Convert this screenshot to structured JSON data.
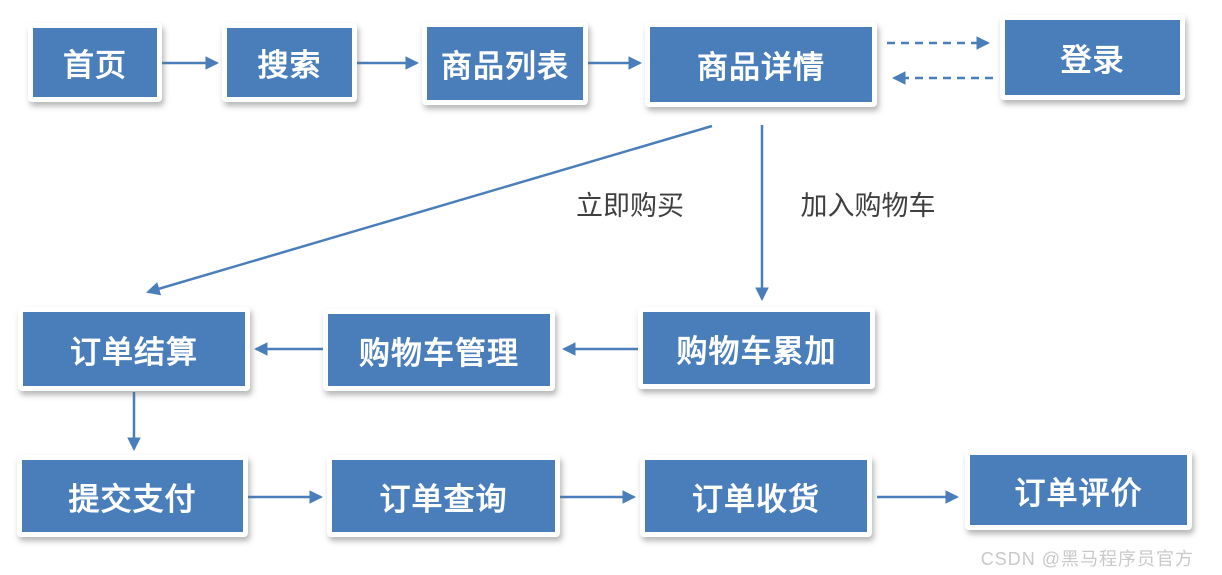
{
  "diagram": {
    "nodes": [
      {
        "id": "home",
        "label": "首页"
      },
      {
        "id": "search",
        "label": "搜索"
      },
      {
        "id": "product-list",
        "label": "商品列表"
      },
      {
        "id": "product-detail",
        "label": "商品详情"
      },
      {
        "id": "login",
        "label": "登录"
      },
      {
        "id": "order-settlement",
        "label": "订单结算"
      },
      {
        "id": "cart-management",
        "label": "购物车管理"
      },
      {
        "id": "cart-accumulation",
        "label": "购物车累加"
      },
      {
        "id": "submit-payment",
        "label": "提交支付"
      },
      {
        "id": "order-query",
        "label": "订单查询"
      },
      {
        "id": "order-receipt",
        "label": "订单收货"
      },
      {
        "id": "order-review",
        "label": "订单评价"
      }
    ],
    "edges": [
      {
        "from": "home",
        "to": "search",
        "style": "solid"
      },
      {
        "from": "search",
        "to": "product-list",
        "style": "solid"
      },
      {
        "from": "product-list",
        "to": "product-detail",
        "style": "solid"
      },
      {
        "from": "product-detail",
        "to": "login",
        "style": "dashed"
      },
      {
        "from": "login",
        "to": "product-detail",
        "style": "dashed"
      },
      {
        "from": "product-detail",
        "to": "order-settlement",
        "style": "solid",
        "label": "立即购买"
      },
      {
        "from": "product-detail",
        "to": "cart-accumulation",
        "style": "solid",
        "label": "加入购物车"
      },
      {
        "from": "cart-accumulation",
        "to": "cart-management",
        "style": "solid"
      },
      {
        "from": "cart-management",
        "to": "order-settlement",
        "style": "solid"
      },
      {
        "from": "order-settlement",
        "to": "submit-payment",
        "style": "solid"
      },
      {
        "from": "submit-payment",
        "to": "order-query",
        "style": "solid"
      },
      {
        "from": "order-query",
        "to": "order-receipt",
        "style": "solid"
      },
      {
        "from": "order-receipt",
        "to": "order-review",
        "style": "solid"
      }
    ],
    "edge_labels": {
      "buy_now": "立即购买",
      "add_to_cart": "加入购物车"
    },
    "colors": {
      "node_fill": "#4A7EBB",
      "node_border": "#FFFFFF",
      "node_text": "#FFFFFF",
      "arrow": "#4A7EBB",
      "edge_label_text": "#3F3F3F",
      "watermark_text": "#C9C9C9",
      "background": "#FFFFFF"
    }
  },
  "watermark": {
    "text": "CSDN @黑马程序员官方"
  }
}
